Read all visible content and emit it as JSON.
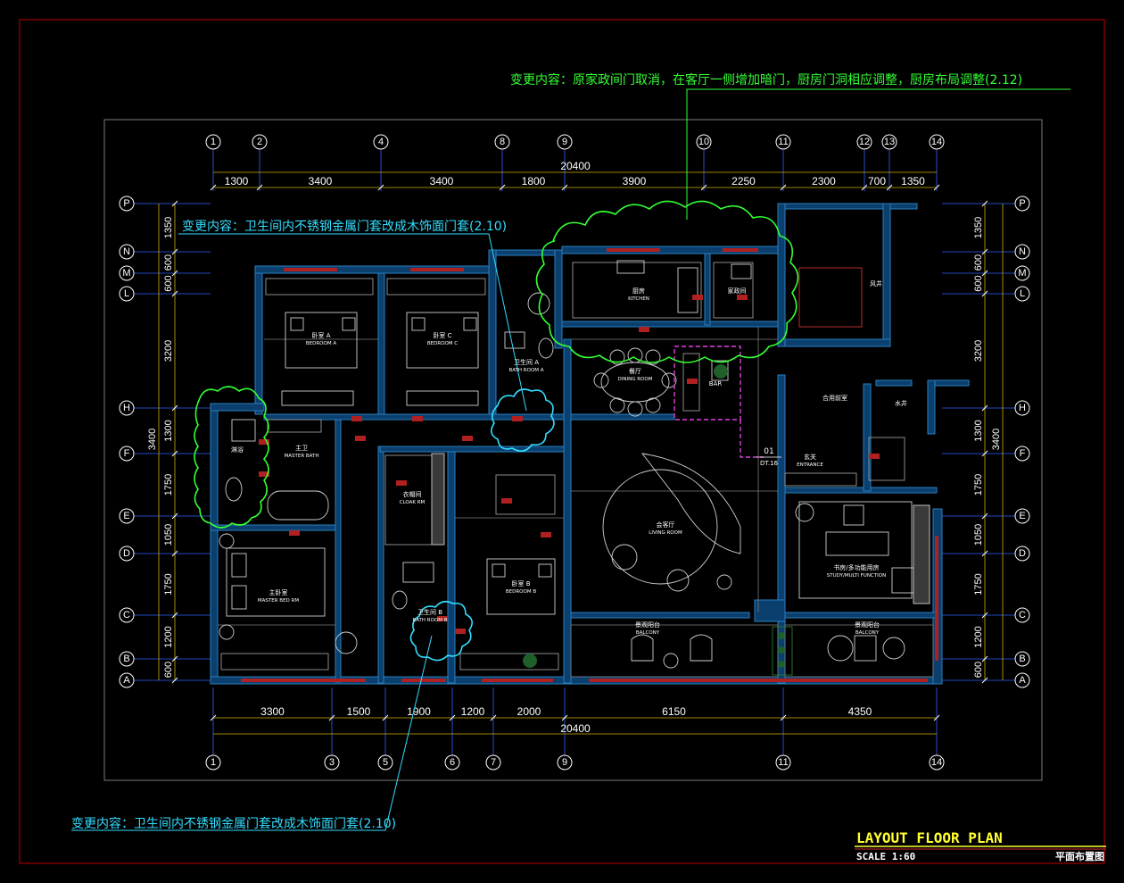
{
  "notes": {
    "top": "变更内容：原家政间门取消，在客厅一侧增加暗门，厨房门洞相应调整，厨房布局调整(2.12)",
    "left": "变更内容：卫生间内不锈钢金属门套改成木饰面门套(2.10)",
    "bottom": "变更内容：卫生间内不锈钢金属门套改成木饰面门套(2.10)"
  },
  "title": {
    "main": "LAYOUT FLOOR PLAN",
    "scale": "SCALE 1:60",
    "cn": "平面布置图"
  },
  "grid_top": {
    "labels": [
      "1",
      "2",
      "4",
      "8",
      "9",
      "10",
      "11",
      "12",
      "13",
      "14"
    ],
    "dims": [
      "1300",
      "3400",
      "3400",
      "1800",
      "3900",
      "2250",
      "2300",
      "700",
      "1350"
    ],
    "total": "20400"
  },
  "grid_bottom": {
    "labels": [
      "1",
      "3",
      "5",
      "6",
      "7",
      "9",
      "11",
      "14"
    ],
    "dims": [
      "3300",
      "1500",
      "1900",
      "1200",
      "2000",
      "6150",
      "4350"
    ],
    "total": "20400"
  },
  "grid_rows": {
    "labels": [
      "P",
      "N",
      "M",
      "L",
      "H",
      "F",
      "E",
      "D",
      "C",
      "B",
      "A"
    ],
    "dims": [
      "1350",
      "600",
      "600",
      "3200",
      "1300",
      "1750",
      "1050",
      "1750",
      "1200",
      "600"
    ],
    "totals": [
      "3400",
      "3400"
    ]
  },
  "rooms": [
    {
      "name": "卧室 A",
      "en": "BEDROOM A"
    },
    {
      "name": "卧室 C",
      "en": "BEDROOM C"
    },
    {
      "name": "卫生间 A",
      "en": "BATH ROOM A"
    },
    {
      "name": "厨房",
      "en": "KITCHEN"
    },
    {
      "name": "家政间",
      "en": ""
    },
    {
      "name": "餐厅",
      "en": "DINING ROOM"
    },
    {
      "name": "主卫",
      "en": "MASTER BATH"
    },
    {
      "name": "衣帽间",
      "en": "CLOAK RM"
    },
    {
      "name": "卧室 B",
      "en": "BEDROOM B"
    },
    {
      "name": "主卧室",
      "en": "MASTER BED RM"
    },
    {
      "name": "会客厅",
      "en": "LIVING ROOM"
    },
    {
      "name": "玄关",
      "en": "ENTRANCE"
    },
    {
      "name": "书房/多功能用房",
      "en": "STUDY/MULTI FUNCTION"
    },
    {
      "name": "景观阳台",
      "en": "BALCONY"
    },
    {
      "name": "景观阳台",
      "en": "BALCONY"
    },
    {
      "name": "合用前室",
      "en": ""
    },
    {
      "name": "水井",
      "en": ""
    },
    {
      "name": "风井",
      "en": ""
    },
    {
      "name": "BAR",
      "en": ""
    },
    {
      "name": "淋浴",
      "en": ""
    },
    {
      "name": "卫生间 B",
      "en": "BATH ROOM B"
    }
  ],
  "tag": {
    "num": "01",
    "ref": "DT.16"
  }
}
